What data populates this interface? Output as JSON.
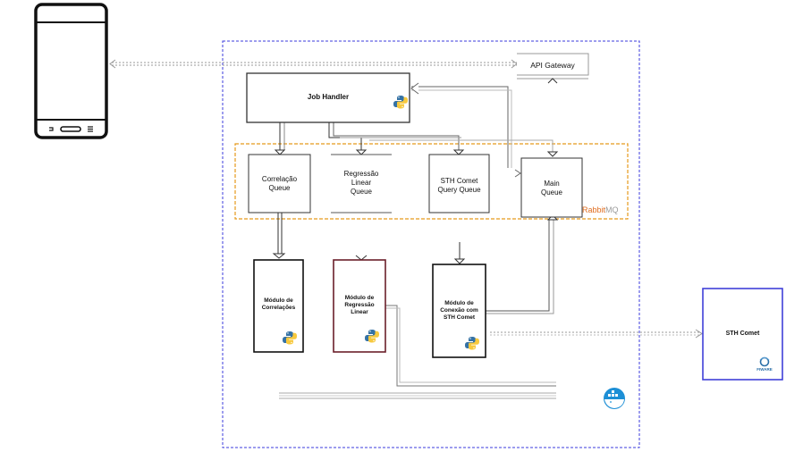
{
  "nodes": {
    "api_gateway": "API Gateway",
    "job_handler": "Job Handler",
    "correlacao_queue": [
      "Correlação",
      "Queue"
    ],
    "regressao_queue": [
      "Regressão",
      "Linear",
      "Queue"
    ],
    "sth_query_queue": [
      "STH Comet",
      "Query Queue"
    ],
    "main_queue": [
      "Main",
      "Queue"
    ],
    "modulo_correlacoes": [
      "Módulo de",
      "Correlações"
    ],
    "modulo_regressao": [
      "Módulo de",
      "Regressão",
      "Linear"
    ],
    "modulo_conexao": [
      "Módulo de",
      "Conexão com",
      "STH Comet"
    ],
    "sth_comet": "STH Comet"
  },
  "brands": {
    "rabbitmq_prefix": "Rabbit",
    "rabbitmq_suffix": "MQ",
    "fiware": "FIWARE"
  },
  "icons": [
    "smartphone-icon",
    "python-logo",
    "docker-logo",
    "fiware-logo"
  ],
  "colors": {
    "docker_boundary": "#3b3bdc",
    "rabbitmq_boundary": "#e59a1c",
    "rabbitmq_text": "#e06d20",
    "regression_border": "#6b1f2a",
    "sth_border": "#4040d8",
    "docker_blue": "#1d8fd6",
    "python_blue": "#3572a5",
    "python_yellow": "#f7c93e"
  }
}
